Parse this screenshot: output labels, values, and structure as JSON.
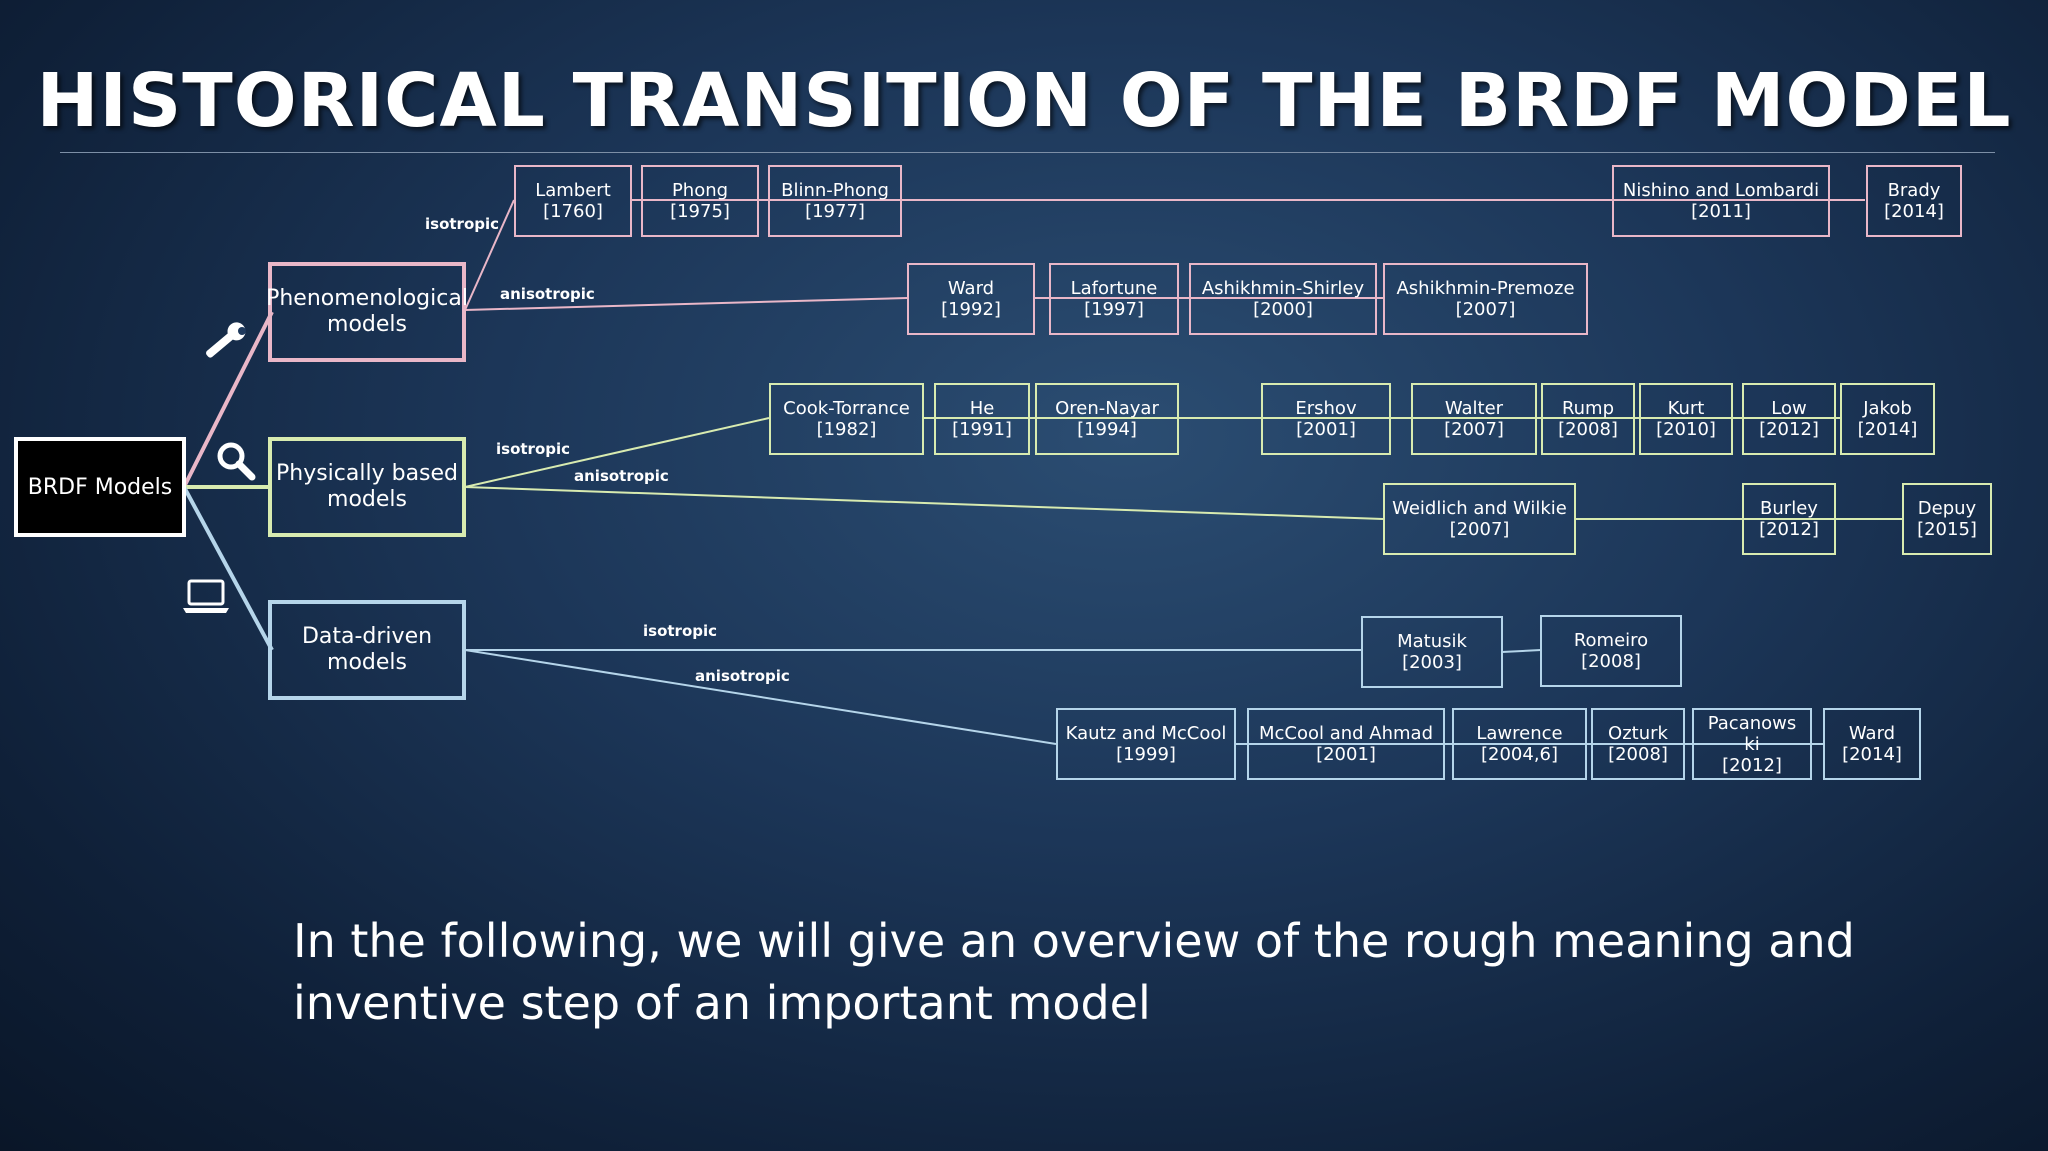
{
  "title": "HISTORICAL TRANSITION OF THE BRDF MODEL",
  "root": "BRDF Models",
  "categories": [
    {
      "label": "Phenomenological models",
      "icon": "wrench-icon",
      "color": "#e9b7c8"
    },
    {
      "label": "Physically based models",
      "icon": "magnifier-icon",
      "color": "#d8ebb0"
    },
    {
      "label": "Data-driven models",
      "icon": "laptop-icon",
      "color": "#b5d5ea"
    }
  ],
  "branch_labels": {
    "pheno_iso": "isotropic",
    "pheno_aniso": "anisotropic",
    "phys_iso": "isotropic",
    "phys_aniso": "anisotropic",
    "data_iso": "isotropic",
    "data_aniso": "anisotropic"
  },
  "pheno_iso": [
    {
      "text": "Lambert\n[1760]"
    },
    {
      "text": "Phong\n[1975]"
    },
    {
      "text": "Blinn-Phong\n[1977]"
    },
    {
      "text": "Nishino and Lombardi\n[2011]"
    },
    {
      "text": "Brady\n[2014]"
    }
  ],
  "pheno_aniso": [
    {
      "text": "Ward\n[1992]"
    },
    {
      "text": "Lafortune\n[1997]"
    },
    {
      "text": "Ashikhmin-Shirley\n[2000]"
    },
    {
      "text": "Ashikhmin-Premoze\n[2007]"
    }
  ],
  "phys_iso": [
    {
      "text": "Cook-Torrance\n[1982]"
    },
    {
      "text": "He\n[1991]"
    },
    {
      "text": "Oren-Nayar\n[1994]"
    },
    {
      "text": "Ershov\n[2001]"
    },
    {
      "text": "Walter\n[2007]"
    },
    {
      "text": "Rump\n[2008]"
    },
    {
      "text": "Kurt\n[2010]"
    },
    {
      "text": "Low\n[2012]"
    },
    {
      "text": "Jakob\n[2014]"
    }
  ],
  "phys_aniso": [
    {
      "text": "Weidlich and Wilkie\n[2007]"
    },
    {
      "text": "Burley\n[2012]"
    },
    {
      "text": "Depuy\n[2015]"
    }
  ],
  "data_iso": [
    {
      "text": "Matusik\n[2003]"
    },
    {
      "text": "Romeiro\n[2008]"
    }
  ],
  "data_aniso": [
    {
      "text": "Kautz and McCool\n[1999]"
    },
    {
      "text": "McCool and Ahmad\n[2001]"
    },
    {
      "text": "Lawrence\n[2004,6]"
    },
    {
      "text": "Ozturk\n[2008]"
    },
    {
      "text": "Pacanows\nki\n[2012]"
    },
    {
      "text": "Ward\n[2014]"
    }
  ],
  "caption": "In the following, we will give an overview of the rough meaning and inventive step of an important model"
}
